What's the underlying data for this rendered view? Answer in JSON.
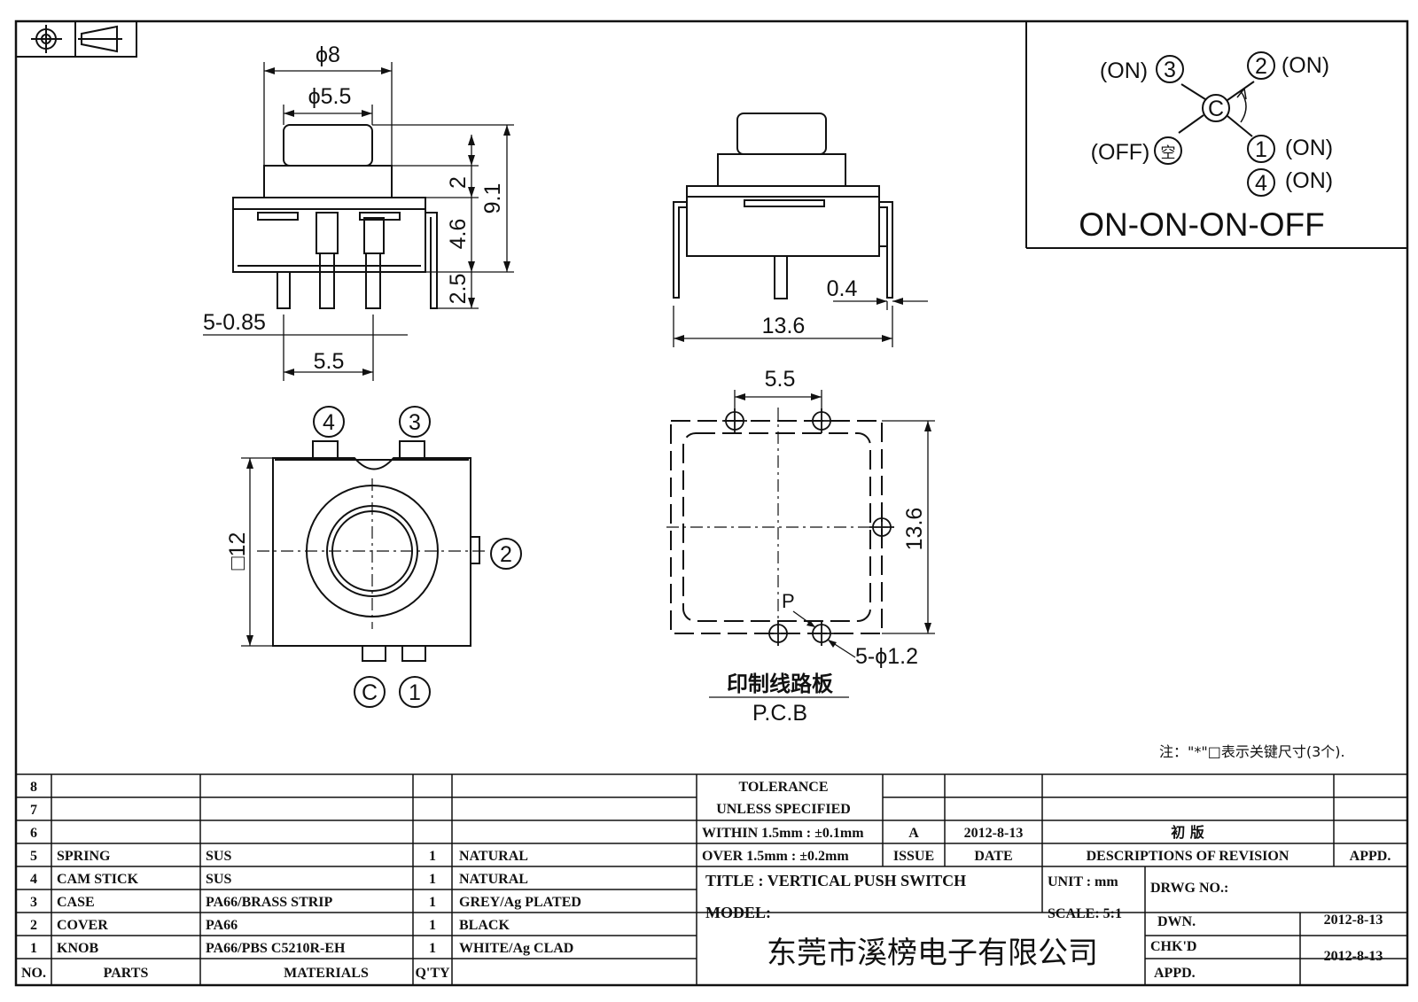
{
  "dimensions": {
    "d8": "ϕ8",
    "d55": "ϕ5.5",
    "h2": "2",
    "h91": "9.1",
    "h46": "4.6",
    "h25": "2.5",
    "pins": "5-0.85",
    "w55": "5.5",
    "w04": "0.4",
    "w136": "13.6",
    "pcb55": "5.5",
    "pcb136": "13.6",
    "sq12": "□12",
    "holes": "5-ϕ1.2",
    "p": "P"
  },
  "pin_numbers": {
    "p1": "1",
    "p2": "2",
    "p3": "3",
    "p4": "4",
    "pc": "C"
  },
  "pcb_label": {
    "cn": "印制线路板",
    "en": "P.C.B"
  },
  "schematic": {
    "on3": "(ON)",
    "on2": "(ON)",
    "off": "(OFF)",
    "off_glyph": "空",
    "on1": "(ON)",
    "on4": "(ON)",
    "n3": "3",
    "n2": "2",
    "n1": "1",
    "n4": "4",
    "nc": "C",
    "title": "ON-ON-ON-OFF"
  },
  "note": "注：\"*\"□表示关键尺寸(3个).",
  "bom": {
    "rows": [
      {
        "no": "8",
        "part": "",
        "material": "",
        "qty": "",
        "finish": ""
      },
      {
        "no": "7",
        "part": "",
        "material": "",
        "qty": "",
        "finish": ""
      },
      {
        "no": "6",
        "part": "",
        "material": "",
        "qty": "",
        "finish": ""
      },
      {
        "no": "5",
        "part": "SPRING",
        "material": "SUS",
        "qty": "1",
        "finish": "NATURAL"
      },
      {
        "no": "4",
        "part": "CAM STICK",
        "material": "SUS",
        "qty": "1",
        "finish": "NATURAL"
      },
      {
        "no": "3",
        "part": "CASE",
        "material": "PA66/BRASS STRIP",
        "qty": "1",
        "finish": "GREY/Ag PLATED"
      },
      {
        "no": "2",
        "part": "COVER",
        "material": "PA66",
        "qty": "1",
        "finish": "BLACK"
      },
      {
        "no": "1",
        "part": "KNOB",
        "material": "PA66/PBS C5210R-EH",
        "qty": "1",
        "finish": "WHITE/Ag CLAD"
      }
    ],
    "header": {
      "no": "NO.",
      "parts": "PARTS",
      "materials": "MATERIALS",
      "qty": "Q'TY"
    }
  },
  "title_block": {
    "tolerance1": "TOLERANCE",
    "tolerance2": "UNLESS  SPECIFIED",
    "within": "WITHIN 1.5mm : ±0.1mm",
    "over": "OVER 1.5mm : ±0.2mm",
    "issue_val": "A",
    "date_val": "2012-8-13",
    "rev_desc": "初 版",
    "issue": "ISSUE",
    "date": "DATE",
    "descriptions": "DESCRIPTIONS OF REVISION",
    "appd_rev": "APPD.",
    "title": "TITLE :  VERTICAL PUSH SWITCH",
    "unit": "UNIT :  mm",
    "drwg": "DRWG NO.:",
    "model": "MODEL:",
    "scale": "SCALE:  5:1",
    "dwn": "DWN.",
    "dwn_date": "2012-8-13",
    "chkd": "CHK'D",
    "chkd_date": "2012-8-13",
    "appd": "APPD.",
    "company": "东莞市溪榜电子有限公司"
  }
}
